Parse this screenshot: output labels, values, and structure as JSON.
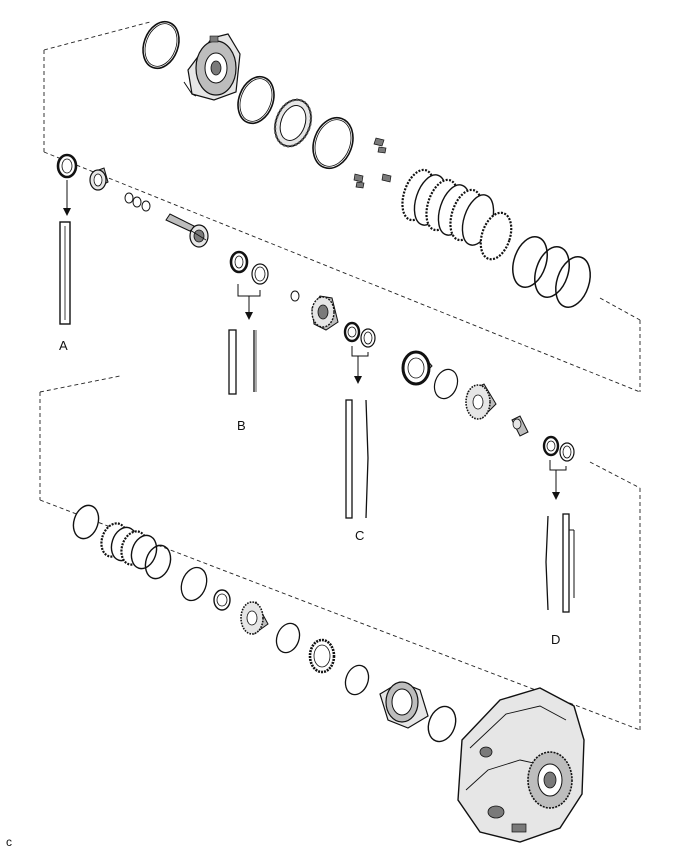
{
  "labels": {
    "a": "A",
    "b": "B",
    "c": "C",
    "d": "D"
  },
  "corner_code": "c",
  "colors": {
    "line": "#111111",
    "fill_light": "#e6e6e6",
    "fill_mid": "#bdbdbd",
    "fill_dark": "#7a7a7a",
    "background": "#ffffff"
  }
}
